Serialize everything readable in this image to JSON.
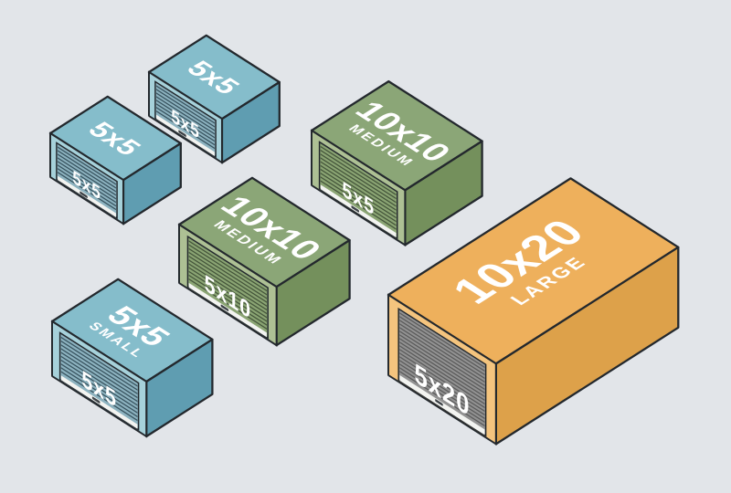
{
  "canvas": {
    "background": "#e2e5e9",
    "outline": "#23282d",
    "label_color": "#ffffff",
    "strip_color": "#f3f4f1",
    "handle_color": "#3d4247"
  },
  "schemes": {
    "blue": {
      "top": "#85bdcb",
      "front": "#a6d1da",
      "side": "#5f9db1",
      "door": "#8cb2bf",
      "slat": "#37525e"
    },
    "green": {
      "top": "#8ba677",
      "front": "#adc094",
      "side": "#74905c",
      "door": "#8aa473",
      "slat": "#44553a"
    },
    "orange": {
      "top": "#eeb05c",
      "front": "#f4c47e",
      "side": "#dda14a",
      "door": "#929292",
      "slat": "#5a5a5a"
    }
  },
  "units": [
    {
      "id": "unit-5x5-back",
      "top_label": "5x5",
      "sub_label": "",
      "door_label": "5x5",
      "scheme": "blue"
    },
    {
      "id": "unit-5x5-left",
      "top_label": "5x5",
      "sub_label": "",
      "door_label": "5x5",
      "scheme": "blue"
    },
    {
      "id": "unit-10x10-back",
      "top_label": "10x10",
      "sub_label": "MEDIUM",
      "door_label": "5x5",
      "scheme": "green"
    },
    {
      "id": "unit-10x10-front",
      "top_label": "10x10",
      "sub_label": "MEDIUM",
      "door_label": "5x10",
      "scheme": "green"
    },
    {
      "id": "unit-5x5-small-front",
      "top_label": "5x5",
      "sub_label": "SMALL",
      "door_label": "5x5",
      "scheme": "blue"
    },
    {
      "id": "unit-10x20-large",
      "top_label": "10x20",
      "sub_label": "LARGE",
      "door_label": "5x20",
      "scheme": "orange"
    }
  ]
}
